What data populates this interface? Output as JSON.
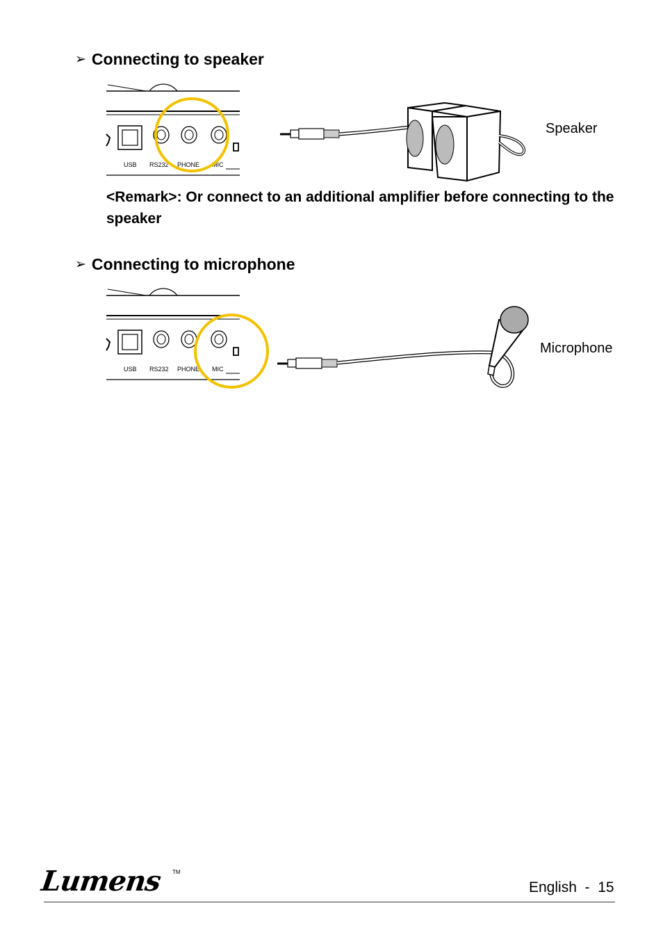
{
  "sections": [
    {
      "bullet": "➢",
      "title": "Connecting to speaker"
    },
    {
      "bullet": "➢",
      "title": "Connecting to microphone"
    }
  ],
  "remark": "<Remark>: Or connect to an additional amplifier before connecting to the speaker",
  "panel_labels": {
    "usb": "USB",
    "rs232": "RS232",
    "phone": "PHONE",
    "mic": "MIC"
  },
  "captions": {
    "speaker": "Speaker",
    "microphone": "Microphone"
  },
  "footer": {
    "logo": "Lumens",
    "trademark": "TM",
    "page": "English  -  15"
  },
  "colors": {
    "highlight_circle": "#f2c200"
  }
}
